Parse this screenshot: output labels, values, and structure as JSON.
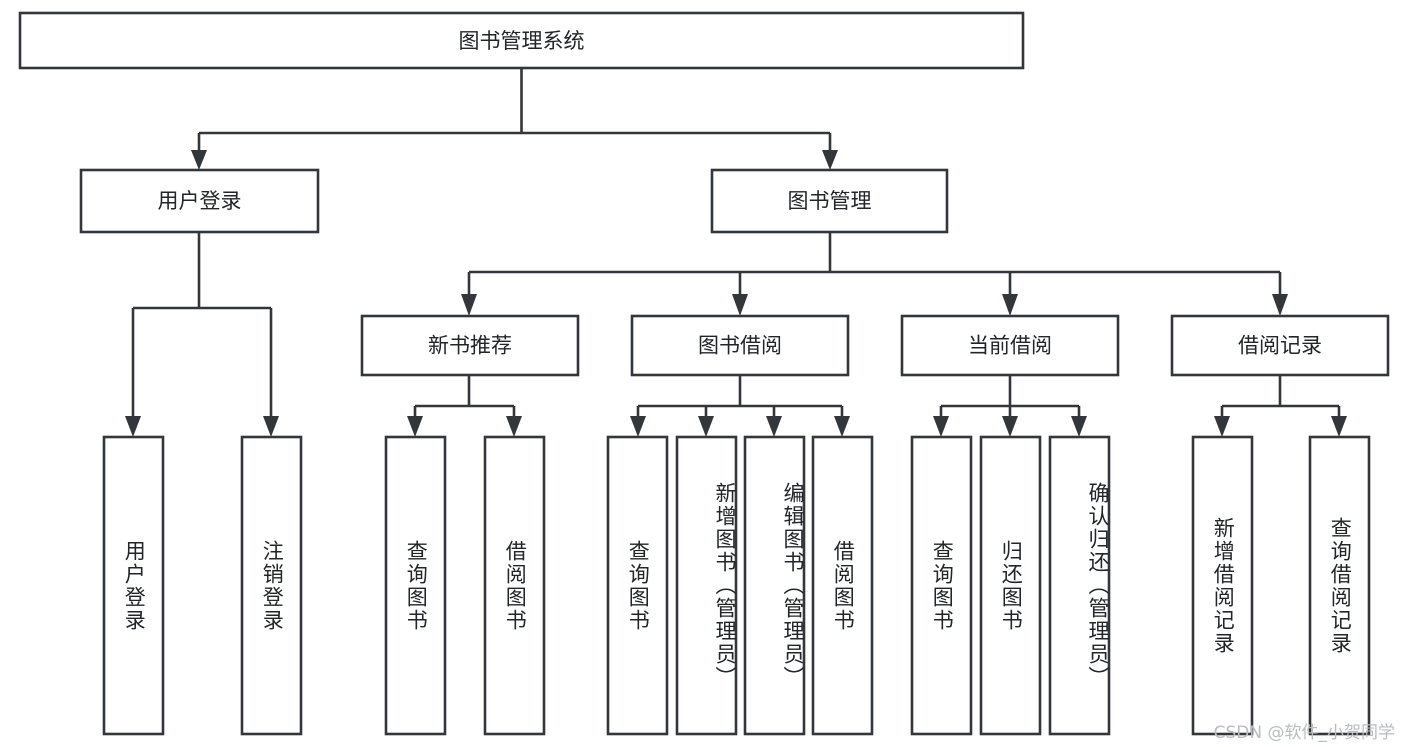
{
  "diagram": {
    "type": "tree-hierarchy",
    "title": "图书管理系统",
    "watermark": "CSDN @软件_小贺同学",
    "colors": {
      "box_stroke": "#33373b",
      "box_fill": "#ffffff",
      "text": "#222529",
      "watermark": "#b9bcc0",
      "background": "#ffffff"
    },
    "levels": {
      "root": {
        "label": "图书管理系统"
      },
      "level2": [
        {
          "label": "用户登录"
        },
        {
          "label": "图书管理"
        }
      ],
      "level3": [
        {
          "label": "新书推荐"
        },
        {
          "label": "图书借阅"
        },
        {
          "label": "当前借阅"
        },
        {
          "label": "借阅记录"
        }
      ],
      "leaves": [
        {
          "label": "用户登录",
          "parent": "用户登录"
        },
        {
          "label": "注销登录",
          "parent": "用户登录"
        },
        {
          "label": "查询图书",
          "parent": "新书推荐"
        },
        {
          "label": "借阅图书",
          "parent": "新书推荐"
        },
        {
          "label": "查询图书",
          "parent": "图书借阅"
        },
        {
          "label": "新增图书（管理员）",
          "parent": "图书借阅"
        },
        {
          "label": "编辑图书（管理员）",
          "parent": "图书借阅"
        },
        {
          "label": "借阅图书",
          "parent": "图书借阅"
        },
        {
          "label": "查询图书",
          "parent": "当前借阅"
        },
        {
          "label": "归还图书",
          "parent": "当前借阅"
        },
        {
          "label": "确认归还（管理员）",
          "parent": "当前借阅"
        },
        {
          "label": "新增借阅记录",
          "parent": "借阅记录"
        },
        {
          "label": "查询借阅记录",
          "parent": "借阅记录"
        }
      ]
    }
  }
}
